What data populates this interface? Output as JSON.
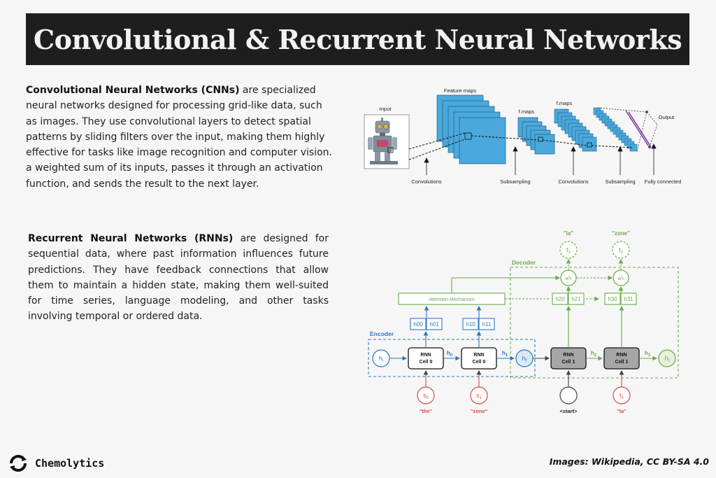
{
  "title": "Convolutional & Recurrent Neural Networks",
  "cnn": {
    "term": "Convolutional Neural Networks (CNNs)",
    "text": " are specialized neural networks designed for processing grid-like data, such as images. They use convolutional layers to detect spatial patterns by sliding filters over the input, making them highly effective for tasks like image recognition and computer vision. a weighted sum of its inputs, passes it through an activation function, and sends the result to the next layer."
  },
  "rnn": {
    "term": "Recurrent Neural Networks (RNNs)",
    "text": " are designed for sequential data, where past information influences future predictions. They have feedback connections that allow them to maintain a hidden state, making them well-suited for time series, language modeling, and other tasks involving temporal or ordered data."
  },
  "cnn_figure": {
    "input": "Input",
    "feature_maps": "Feature maps",
    "fmaps_1": "f.maps",
    "fmaps_2": "f.maps",
    "output": "Output",
    "stage_convolutions_1": "Convolutions",
    "stage_subsampling_1": "Subsampling",
    "stage_convolutions_2": "Convolutions",
    "stage_subsampling_2": "Subsampling",
    "stage_fully_connected": "Fully connected"
  },
  "rnn_figure": {
    "encoder": "Encoder",
    "decoder": "Decoder",
    "attention": "Attention Mechanism",
    "h_i": "h",
    "h_i_sub": "i",
    "h_f": "h",
    "h_f_sub": "f",
    "cell0_line1": "RNN",
    "cell0_line2": "Cell 0",
    "cell1_line1": "RNN",
    "cell1_line2": "Cell 1",
    "h0": "h",
    "h0_sub": "0",
    "h1": "h",
    "h1_sub": "1",
    "h2": "h",
    "h2_sub": "2",
    "h3": "h",
    "h3_sub": "3",
    "h00": "h00",
    "h01": "h01",
    "h10": "h10",
    "h11": "h11",
    "h20": "h20",
    "h21": "h21",
    "h30": "h30",
    "h31": "h31",
    "s0": "s",
    "s0_sub": "0",
    "s1": "s",
    "s1_sub": "1",
    "t1_in": "t",
    "t1_in_sub": "1",
    "t1_out": "t",
    "t1_out_sub": "1",
    "t2_out": "t",
    "t2_out_sub": "2",
    "wh": "w",
    "wh_sup": "t",
    "wh_sub": "h",
    "word_the": "\"the\"",
    "word_zone_in": "\"zone\"",
    "word_start": "<start>",
    "word_la_in": "\"la\"",
    "word_la_out": "\"la\"",
    "word_zone_out": "\"zone\""
  },
  "footer": {
    "brand": "Chemolytics",
    "credit": "Images: Wikipedia, CC BY-SA 4.0"
  },
  "colors": {
    "title_bg": "#1e1e1e",
    "page_bg": "#f6f6f6",
    "cnn_blue": "#4aa8dc",
    "encoder_blue": "#2a78c0",
    "decoder_green": "#6aab4a",
    "input_red": "#d94a45",
    "output_purple": "#7a2d9a"
  }
}
